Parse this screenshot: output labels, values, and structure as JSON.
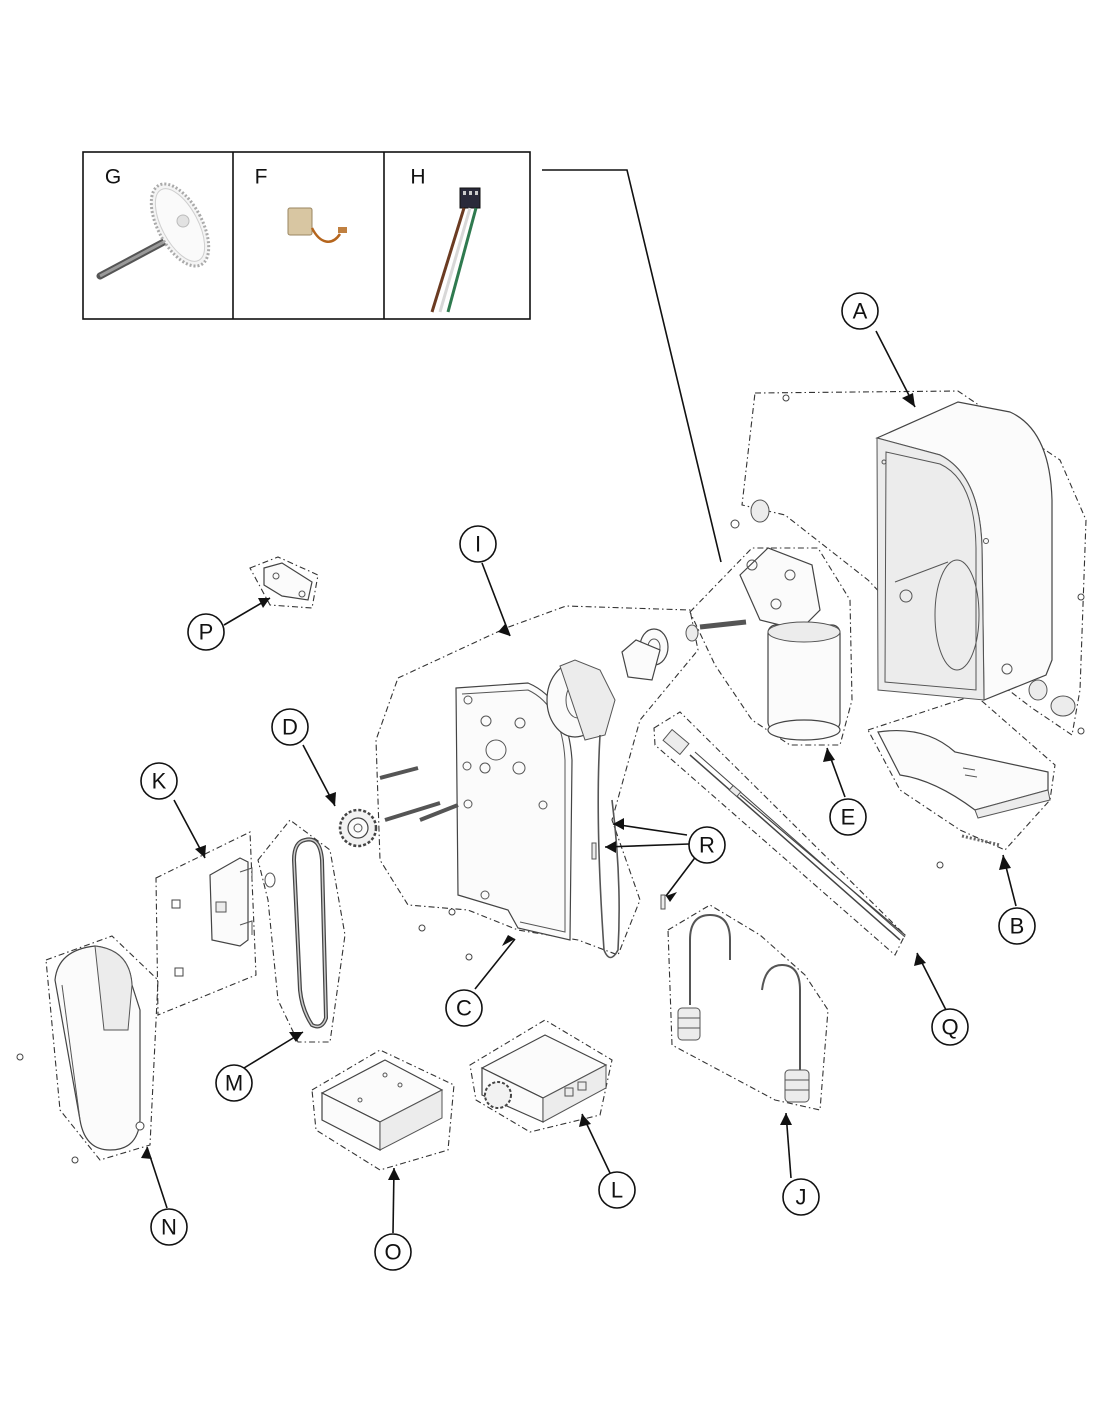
{
  "inset": {
    "panels": [
      {
        "label": "G",
        "icon": "gear-shaft-icon"
      },
      {
        "label": "F",
        "icon": "motor-brush-icon"
      },
      {
        "label": "H",
        "icon": "wire-harness-icon"
      }
    ]
  },
  "callouts": {
    "A": "A",
    "B": "B",
    "C": "C",
    "D": "D",
    "E": "E",
    "I": "I",
    "J": "J",
    "K": "K",
    "L": "L",
    "M": "M",
    "N": "N",
    "O": "O",
    "P": "P",
    "Q": "Q",
    "R": "R"
  },
  "colors": {
    "line": "#111111",
    "harness_brown": "#6b3b22",
    "harness_green": "#2f7a4f",
    "harness_white": "#d8d8d8",
    "brush_copper": "#b5651d",
    "brush_block": "#d8c6a2"
  }
}
